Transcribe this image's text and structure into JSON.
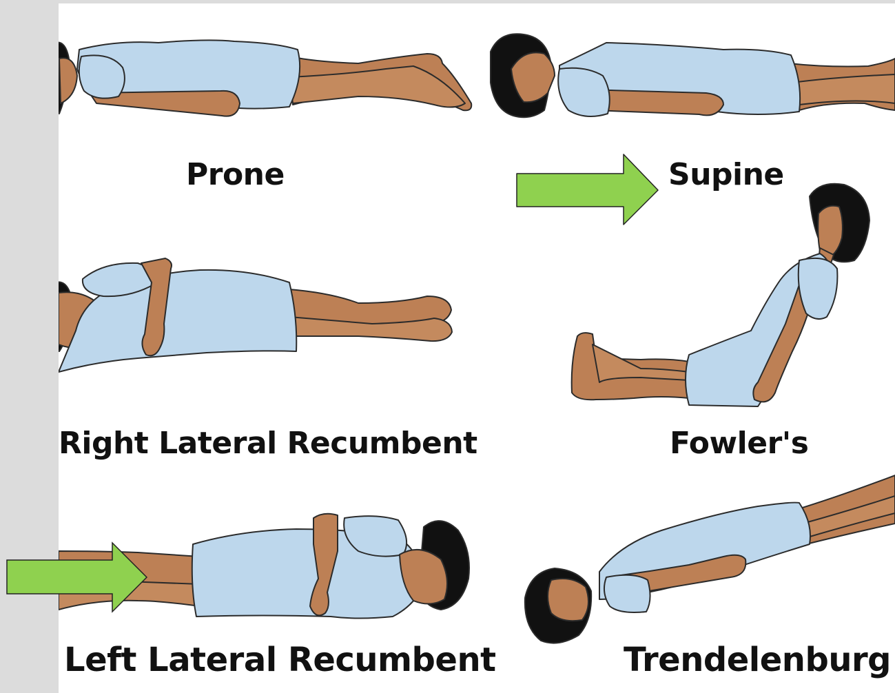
{
  "positions": [
    {
      "name": "Prone"
    },
    {
      "name": "Supine",
      "highlighted": true
    },
    {
      "name": "Right Lateral Recumbent"
    },
    {
      "name": "Fowler's"
    },
    {
      "name": "Left Lateral Recumbent",
      "highlighted": true
    },
    {
      "name": "Trendelenburg"
    }
  ],
  "colors": {
    "skin": "#bd8055",
    "gown": "#bdd7ec",
    "hair": "#111111",
    "outline": "#2b2b2b",
    "arrow_fill": "#8fd14f",
    "background": "#ffffff",
    "margin": "#dcdcdc"
  },
  "icons": {
    "highlight_marker": "right-arrow-icon"
  }
}
